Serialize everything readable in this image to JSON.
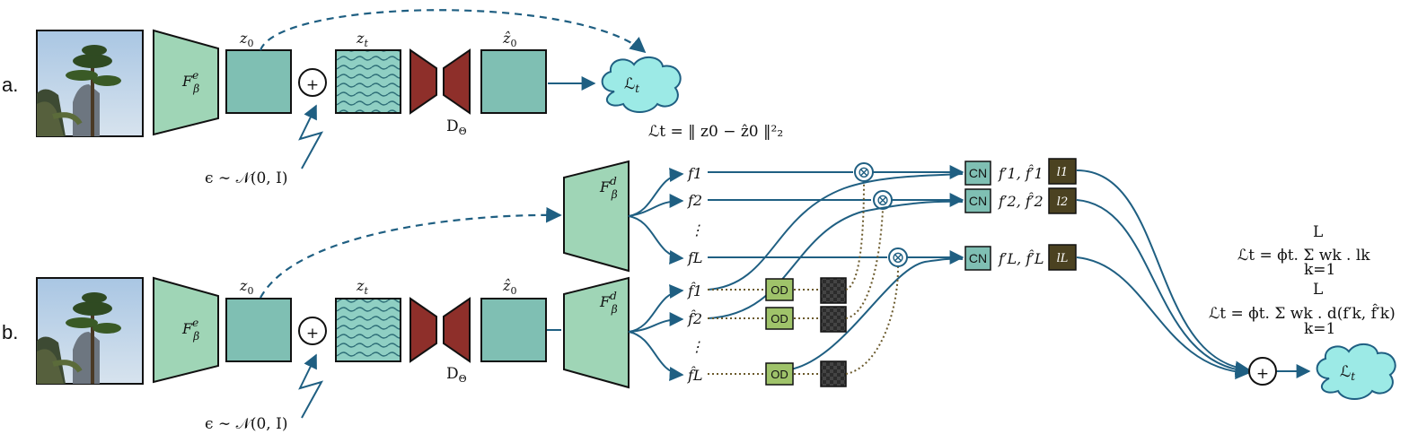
{
  "colors": {
    "encoder": "#9fd5b6",
    "latent": "#7fbfb3",
    "noise_tile": "#8fcfc3",
    "decoder": "#8e2f2a",
    "cloud": "#9ceae6",
    "od": "#9fc36a",
    "lk": "#4b4221",
    "cn": "#7fbfb3",
    "flow": "#1f5f82"
  },
  "row_a": {
    "label": "a.",
    "encoder": "F",
    "encoder_sup": "e",
    "encoder_sub": "β",
    "z0": "z",
    "z0_sub": "0",
    "zt": "z",
    "zt_sub": "t",
    "plus": "+",
    "decoder": "D",
    "decoder_sub": "Θ",
    "zhat": "ẑ",
    "zhat_sub": "0",
    "noise": "ϵ ∼ 𝒩(0, I)",
    "loss": "ℒ",
    "loss_sub": "t",
    "loss_eq": "ℒt = ‖ z0 − ẑ0 ‖²₂"
  },
  "row_b": {
    "label": "b.",
    "encoder": "F",
    "encoder_sup": "e",
    "encoder_sub": "β",
    "z0": "z",
    "z0_sub": "0",
    "zt": "z",
    "zt_sub": "t",
    "plus": "+",
    "decoder": "D",
    "decoder_sub": "Θ",
    "zhat": "ẑ",
    "zhat_sub": "0",
    "noise": "ϵ ∼ 𝒩(0, I)",
    "fd_top": "F",
    "fd_top_sup": "d",
    "fd_top_sub": "β",
    "fd_bot": "F",
    "fd_bot_sup": "d",
    "fd_bot_sub": "β"
  },
  "features_top": [
    "f1",
    "f2",
    "⋮",
    "fL"
  ],
  "features_bot": [
    "f̂1",
    "f̂2",
    "⋮",
    "f̂L"
  ],
  "od_label": "OD",
  "cn_label": "CN",
  "normalized": [
    "f′1, f̂′1",
    "f′2, f̂′2",
    "f′L, f̂′L"
  ],
  "lk_labels": [
    "l1",
    "l2",
    "lL"
  ],
  "otimes": "⊗",
  "eq1": "ℒt = ϕt. Σ wk . lk",
  "eq2": "ℒt = ϕt. Σ wk . d(f′k, f̂′k)",
  "sum_top": "L",
  "sum_bot": "k=1",
  "final_plus": "+",
  "final_loss": "ℒ",
  "final_loss_sub": "t"
}
